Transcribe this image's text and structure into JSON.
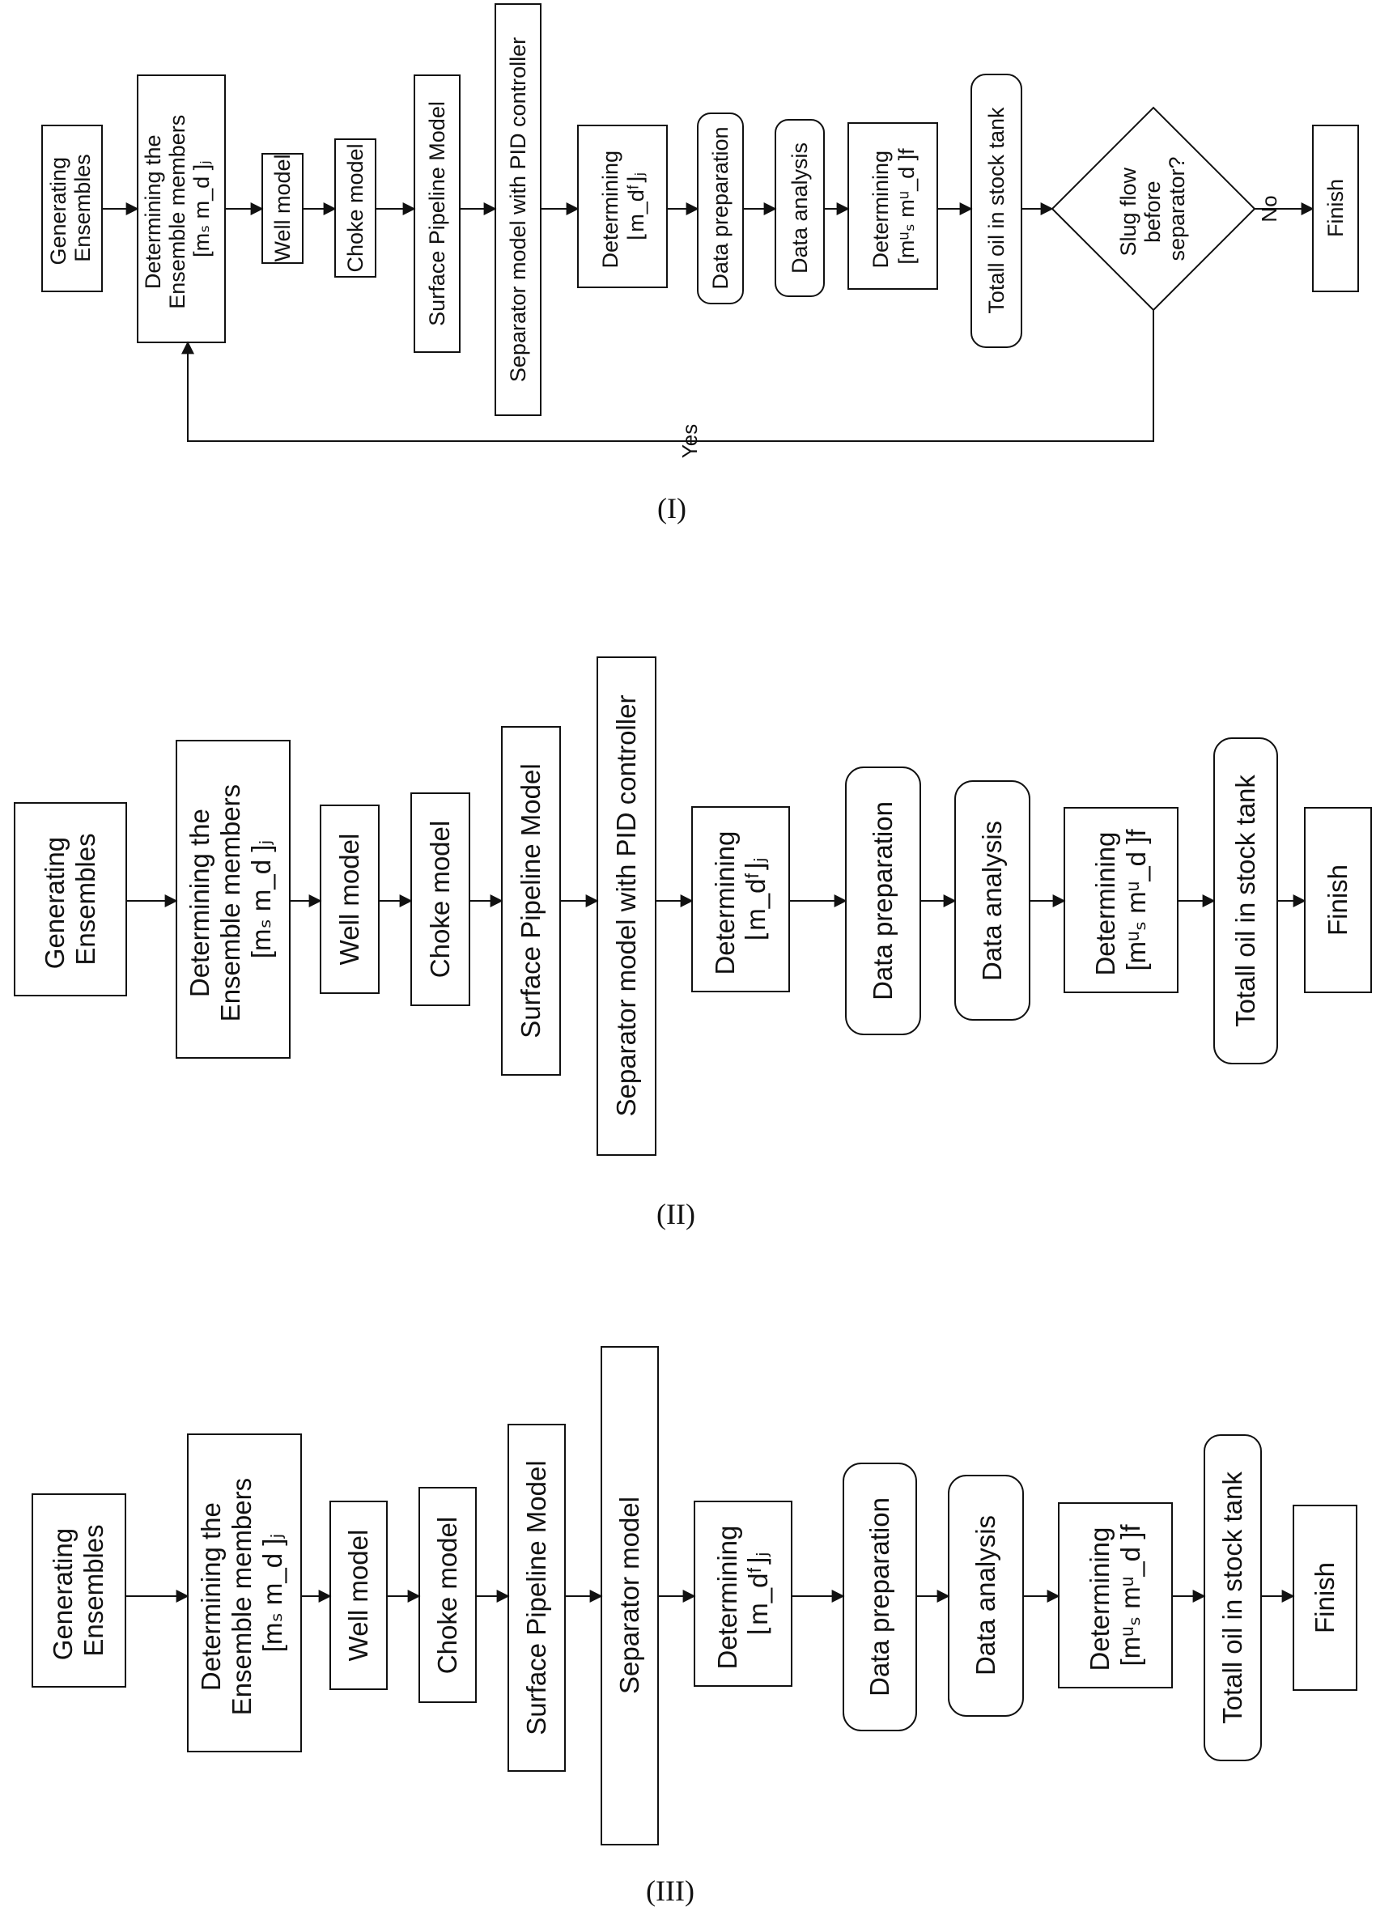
{
  "diagrams": [
    {
      "caption": "(I)",
      "nodes": [
        {
          "id": "gen",
          "lines": [
            "Generating",
            "Ensembles"
          ],
          "shape": "rect"
        },
        {
          "id": "det_members",
          "lines": [
            "Determining the",
            "Ensemble members",
            "[mₛ m_d ]ⱼ"
          ],
          "shape": "rect"
        },
        {
          "id": "well",
          "lines": [
            "Well model"
          ],
          "shape": "rect"
        },
        {
          "id": "choke",
          "lines": [
            "Choke model"
          ],
          "shape": "rect"
        },
        {
          "id": "pipeline",
          "lines": [
            "Surface Pipeline Model"
          ],
          "shape": "rect"
        },
        {
          "id": "separator",
          "lines": [
            "Separator model with PID controller"
          ],
          "shape": "rect"
        },
        {
          "id": "det_f",
          "lines": [
            "Determining",
            "⌊m_dᶠ⌋ⱼ"
          ],
          "shape": "rect"
        },
        {
          "id": "prep",
          "lines": [
            "Data preparation"
          ],
          "shape": "rounded"
        },
        {
          "id": "analysis",
          "lines": [
            "Data analysis"
          ],
          "shape": "rounded"
        },
        {
          "id": "det_u",
          "lines": [
            "Determining",
            "[mᵘₛ mᵘ_d ]f"
          ],
          "shape": "rect"
        },
        {
          "id": "oil",
          "lines": [
            "Totall oil in stock tank"
          ],
          "shape": "rounded"
        },
        {
          "id": "decision",
          "lines": [
            "Slug flow",
            "before",
            "separator?"
          ],
          "shape": "diamond"
        },
        {
          "id": "finish",
          "lines": [
            "Finish"
          ],
          "shape": "rect"
        }
      ],
      "edge_labels": {
        "yes": "Yes",
        "no": "No"
      }
    },
    {
      "caption": "(II)",
      "nodes": [
        {
          "id": "gen",
          "lines": [
            "Generating",
            "Ensembles"
          ],
          "shape": "rect"
        },
        {
          "id": "det_members",
          "lines": [
            "Determining the",
            "Ensemble members",
            "[mₛ m_d ]ⱼ"
          ],
          "shape": "rect"
        },
        {
          "id": "well",
          "lines": [
            "Well model"
          ],
          "shape": "rect"
        },
        {
          "id": "choke",
          "lines": [
            "Choke model"
          ],
          "shape": "rect"
        },
        {
          "id": "pipeline",
          "lines": [
            "Surface Pipeline Model"
          ],
          "shape": "rect"
        },
        {
          "id": "separator",
          "lines": [
            "Separator model with PID controller"
          ],
          "shape": "rect"
        },
        {
          "id": "det_f",
          "lines": [
            "Determining",
            "⌊m_dᶠ⌋ⱼ"
          ],
          "shape": "rect"
        },
        {
          "id": "prep",
          "lines": [
            "Data preparation"
          ],
          "shape": "rounded"
        },
        {
          "id": "analysis",
          "lines": [
            "Data analysis"
          ],
          "shape": "rounded"
        },
        {
          "id": "det_u",
          "lines": [
            "Determining",
            "[mᵘₛ mᵘ_d ]f"
          ],
          "shape": "rect"
        },
        {
          "id": "oil",
          "lines": [
            "Totall oil in stock tank"
          ],
          "shape": "rounded"
        },
        {
          "id": "finish",
          "lines": [
            "Finish"
          ],
          "shape": "rect"
        }
      ]
    },
    {
      "caption": "(III)",
      "nodes": [
        {
          "id": "gen",
          "lines": [
            "Generating",
            "Ensembles"
          ],
          "shape": "rect"
        },
        {
          "id": "det_members",
          "lines": [
            "Determining the",
            "Ensemble members",
            "[mₛ m_d ]ⱼ"
          ],
          "shape": "rect"
        },
        {
          "id": "well",
          "lines": [
            "Well model"
          ],
          "shape": "rect"
        },
        {
          "id": "choke",
          "lines": [
            "Choke model"
          ],
          "shape": "rect"
        },
        {
          "id": "pipeline",
          "lines": [
            "Surface Pipeline Model"
          ],
          "shape": "rect"
        },
        {
          "id": "separator",
          "lines": [
            "Separator model"
          ],
          "shape": "rect"
        },
        {
          "id": "det_f",
          "lines": [
            "Determining",
            "⌊m_dᶠ⌋ⱼ"
          ],
          "shape": "rect"
        },
        {
          "id": "prep",
          "lines": [
            "Data preparation"
          ],
          "shape": "rounded"
        },
        {
          "id": "analysis",
          "lines": [
            "Data analysis"
          ],
          "shape": "rounded"
        },
        {
          "id": "det_u",
          "lines": [
            "Determining",
            "[mᵘₛ mᵘ_d ]f"
          ],
          "shape": "rect"
        },
        {
          "id": "oil",
          "lines": [
            "Totall oil in stock tank"
          ],
          "shape": "rounded"
        },
        {
          "id": "finish",
          "lines": [
            "Finish"
          ],
          "shape": "rect"
        }
      ]
    }
  ]
}
